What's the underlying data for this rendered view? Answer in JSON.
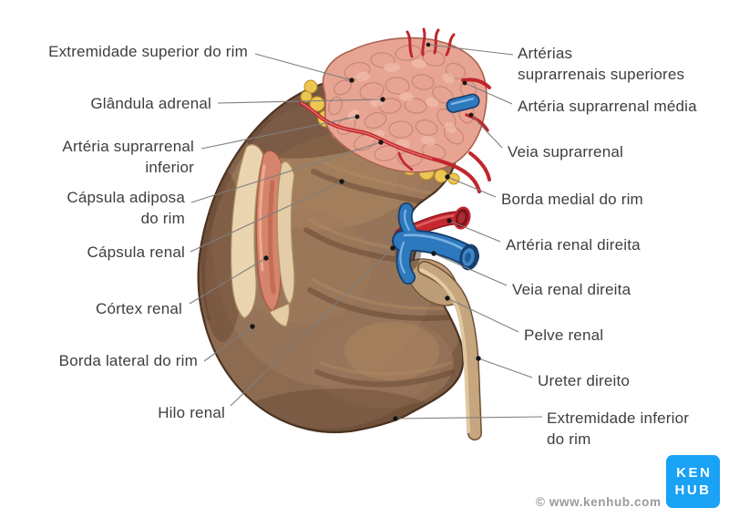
{
  "figure": {
    "subject": "Rim direito (right kidney) com glandula adrenal - vista anterior",
    "source_site": "Kenhub"
  },
  "labels": [
    {
      "id": "extremidade-superior",
      "text": "Extremidade superior do rim"
    },
    {
      "id": "glandula-adrenal",
      "text": "Glândula adrenal"
    },
    {
      "id": "arteria-suprarrenal-inferior",
      "text": "Artéria suprarrenal\ninferior"
    },
    {
      "id": "capsula-adiposa",
      "text": "Cápsula adiposa\ndo rim"
    },
    {
      "id": "capsula-renal",
      "text": "Cápsula renal"
    },
    {
      "id": "cortex-renal",
      "text": "Córtex renal"
    },
    {
      "id": "borda-lateral",
      "text": "Borda lateral do rim"
    },
    {
      "id": "hilo-renal",
      "text": "Hilo renal"
    },
    {
      "id": "arterias-suprarrenais-superiores",
      "text": "Artérias\nsuprarrenais superiores"
    },
    {
      "id": "arteria-suprarrenal-media",
      "text": "Artéria suprarrenal média"
    },
    {
      "id": "veia-suprarrenal",
      "text": "Veia suprarrenal"
    },
    {
      "id": "borda-medial",
      "text": "Borda medial do rim"
    },
    {
      "id": "arteria-renal-direita",
      "text": "Artéria renal direita"
    },
    {
      "id": "veia-renal-direita",
      "text": "Veia renal direita"
    },
    {
      "id": "pelve-renal",
      "text": "Pelve renal"
    },
    {
      "id": "ureter-direito",
      "text": "Ureter direito"
    },
    {
      "id": "extremidade-inferior",
      "text": "Extremidade inferior\ndo rim"
    }
  ],
  "footer": {
    "copyright": "© www.kenhub.com",
    "logo_text": "KEN\nHUB"
  },
  "colors": {
    "background": "#ffffff",
    "label_text": "#3e3e3e",
    "leader_line": "#7e7e7e",
    "leader_dot": "#161616",
    "brand_blue": "#1aa2f5",
    "copyright_gray": "#9b9b9b",
    "kidney_brown": "#8d6b50",
    "adrenal_pink": "#e8a493",
    "fat_yellow": "#ecc653",
    "artery_red": "#c5282e",
    "vein_blue": "#2e79bd",
    "ureter_tan": "#c6a67e",
    "capsule_cream": "#ead5b0",
    "cortex_pink": "#d5846d"
  }
}
